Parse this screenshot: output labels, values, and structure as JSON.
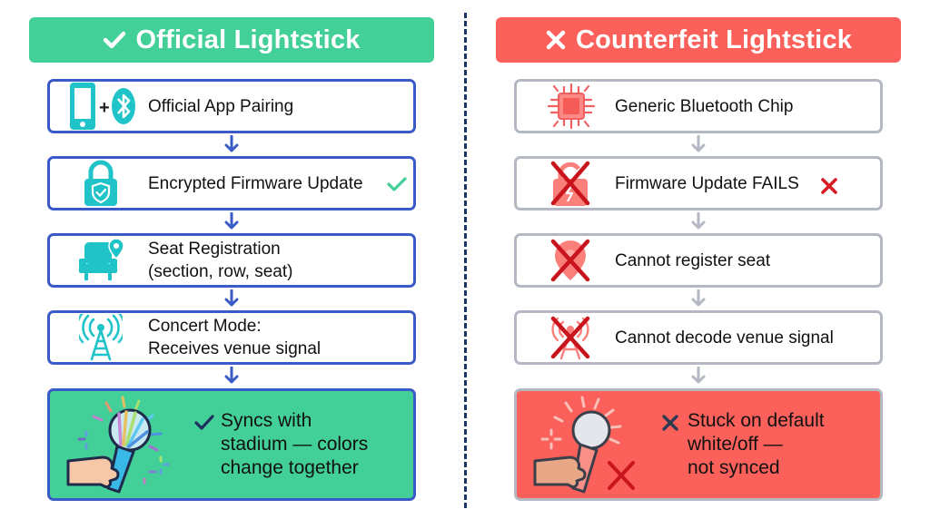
{
  "official": {
    "title": "Official Lightstick",
    "title_icon": "check-icon",
    "color": "#43cf98",
    "steps": [
      {
        "icon": "phone-bluetooth-icon",
        "plus": "+",
        "label": "Official App Pairing"
      },
      {
        "icon": "lock-shield-icon",
        "label": "Encrypted Firmware Update",
        "status_icon": "check-icon"
      },
      {
        "icon": "seat-location-icon",
        "label_line1": "Seat Registration",
        "label_line2": "(section, row, seat)"
      },
      {
        "icon": "antenna-tower-icon",
        "label_line1": "Concert Mode:",
        "label_line2": "Receives venue signal"
      }
    ],
    "result": {
      "icon": "rainbow-lightstick-icon",
      "mark_icon": "check-icon",
      "line1": "Syncs with",
      "line2": "stadium — colors",
      "line3": "change together"
    }
  },
  "counterfeit": {
    "title": "Counterfeit Lightstick",
    "title_icon": "x-icon",
    "color": "#fb605a",
    "steps": [
      {
        "icon": "chip-icon",
        "label": "Generic Bluetooth Chip"
      },
      {
        "icon": "broken-lock-crossed-icon",
        "label": "Firmware Update FAILS",
        "status_icon": "x-icon"
      },
      {
        "icon": "location-crossed-icon",
        "label": "Cannot register seat"
      },
      {
        "icon": "antenna-crossed-icon",
        "label": "Cannot decode venue signal"
      }
    ],
    "result": {
      "icon": "white-lightstick-icon",
      "mark_icon": "x-icon",
      "line1": "Stuck on default",
      "line2": "white/off —",
      "line3": "not synced"
    }
  }
}
